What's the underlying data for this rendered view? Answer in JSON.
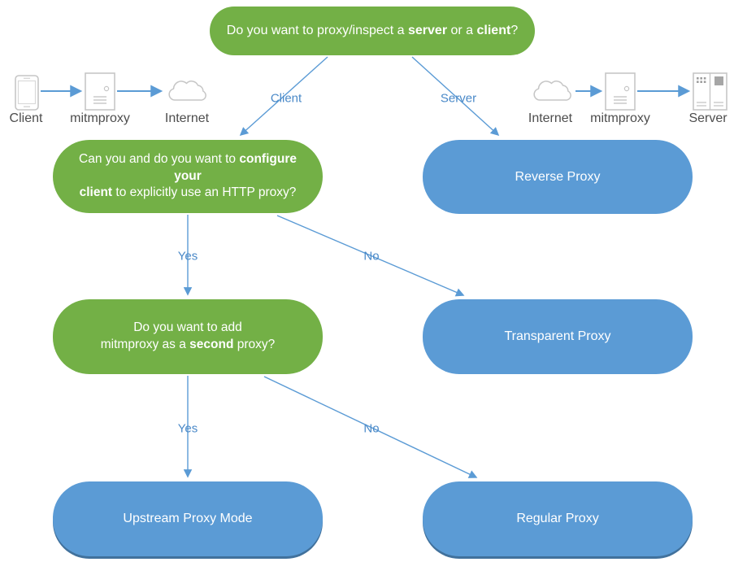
{
  "colors": {
    "node_green": "#73b046",
    "node_blue": "#5b9bd5",
    "arrow_blue": "#5b9bd5",
    "edge_label_blue": "#4a89c8",
    "icon_label_gray": "#4d4d4d",
    "icon_outline_gray": "#c6c6c6",
    "bottom_shadow_blue": "#41719c",
    "node_text": "#ffffff"
  },
  "root_question": {
    "pre": "Do you want to proxy/inspect a ",
    "bold1": "server",
    "mid": " or a ",
    "bold2": "client",
    "post": "?"
  },
  "left_flow": {
    "items": [
      {
        "icon": "phone-icon",
        "label": "Client"
      },
      {
        "icon": "server-tower-icon",
        "label": "mitmproxy"
      },
      {
        "icon": "cloud-icon",
        "label": "Internet"
      }
    ]
  },
  "right_flow": {
    "items": [
      {
        "icon": "cloud-icon",
        "label": "Internet"
      },
      {
        "icon": "server-tower-icon",
        "label": "mitmproxy"
      },
      {
        "icon": "server-rack-icon",
        "label": "Server"
      }
    ]
  },
  "branch_labels": {
    "client": "Client",
    "server": "Server"
  },
  "q_configure": {
    "l1_pre": "Can you and do you want to ",
    "l1_bold": "configure your",
    "l2_bold": "client",
    "l2_post": " to explicitly use an HTTP proxy?"
  },
  "q_second": {
    "line1": "Do you want to add",
    "l2_pre": "mitmproxy as a ",
    "bold": "second",
    "post": " proxy?"
  },
  "results": {
    "reverse": "Reverse Proxy",
    "transparent": "Transparent Proxy",
    "upstream": "Upstream Proxy Mode",
    "regular": "Regular Proxy"
  },
  "decision_labels": {
    "yes1": "Yes",
    "no1": "No",
    "yes2": "Yes",
    "no2": "No"
  }
}
